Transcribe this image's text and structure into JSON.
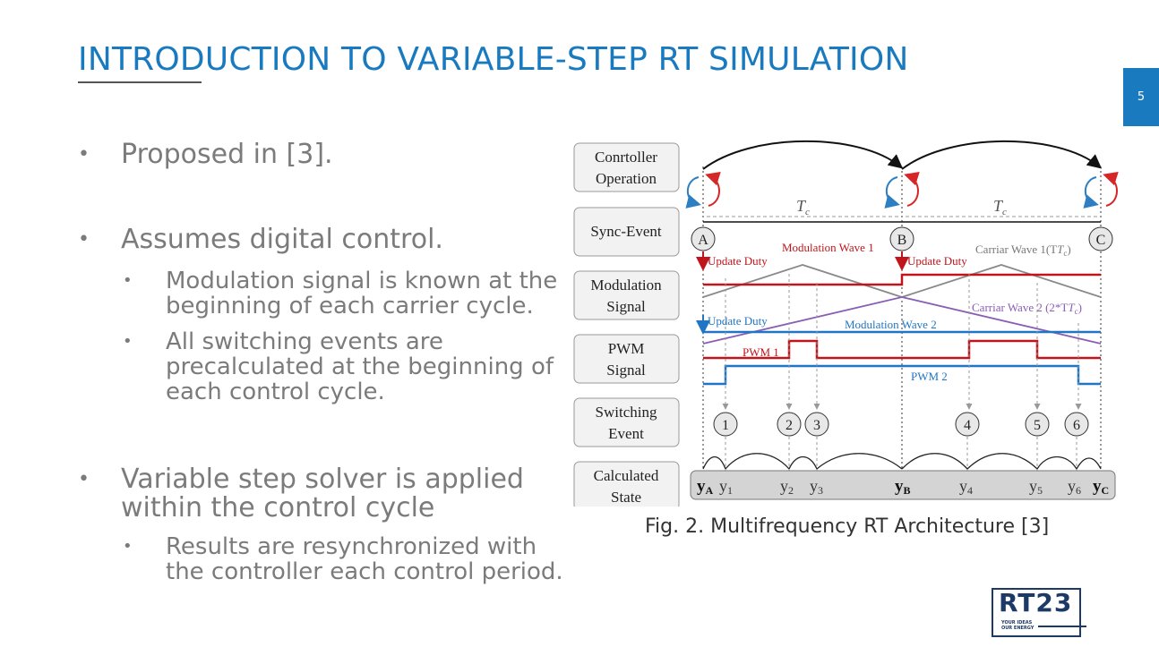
{
  "slide": {
    "title": "INTRODUCTION TO VARIABLE-STEP RT SIMULATION",
    "page_number": "5"
  },
  "bullets": [
    {
      "text": "Proposed in [3].",
      "level": 1
    },
    {
      "text": "Assumes digital control.",
      "level": 1
    },
    {
      "text": "Modulation signal is known at the beginning of each carrier cycle.",
      "level": 2
    },
    {
      "text": "All switching events are precalculated at the beginning of each control cycle.",
      "level": 2
    },
    {
      "text": "Variable step solver is applied within the control cycle",
      "level": 1
    },
    {
      "text": "Results are resynchronized with the controller each control period.",
      "level": 2
    }
  ],
  "diagram": {
    "row_labels": [
      "Conrtoller Operation",
      "Sync-Event",
      "Modulation Signal",
      "PWM Signal",
      "Switching Event",
      "Calculated State"
    ],
    "period_label": "T",
    "period_sub": "c",
    "sync_points": [
      "A",
      "B",
      "C"
    ],
    "annotations": {
      "update_duty": "Update Duty",
      "modulation_wave_1": "Modulation Wave 1",
      "modulation_wave_2": "Modulation Wave 2",
      "carrier_wave_1": "Carriar Wave 1(T",
      "carrier_wave_1_end": ")",
      "carrier_wave_2": "Carriar Wave 2 (2*T",
      "carrier_wave_2_end": ")",
      "pwm_1": "PWM 1",
      "pwm_2": "PWM 2"
    },
    "switching_events": [
      "1",
      "2",
      "3",
      "4",
      "5",
      "6"
    ],
    "states": {
      "y": "y",
      "yA_sub": "A",
      "yB_sub": "B",
      "yC_sub": "C",
      "subs": [
        "1",
        "2",
        "3",
        "4",
        "5",
        "6"
      ]
    },
    "colors": {
      "controller_red": "#d62728",
      "controller_blue": "#2d7fc1",
      "modulation_1": "#c0151a",
      "modulation_2": "#2076c5",
      "carrier_1": "#8a8a8a",
      "carrier_2": "#8a5db5",
      "pwm_1": "#c0151a",
      "pwm_2": "#2076c5"
    }
  },
  "caption": "Fig. 2. Multifrequency RT Architecture [3]",
  "logo": {
    "text": "RT23",
    "tagline_1": "YOUR IDEAS",
    "tagline_2": "OUR ENERGY"
  }
}
